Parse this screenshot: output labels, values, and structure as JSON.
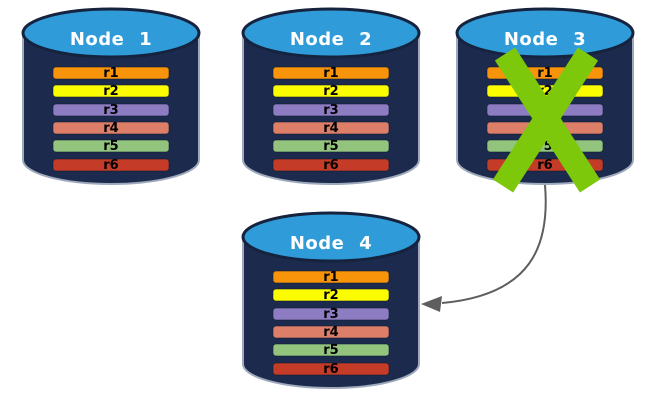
{
  "diagram": {
    "nodes": [
      {
        "name": "Node 1",
        "crossed_out": false
      },
      {
        "name": "Node 2",
        "crossed_out": false
      },
      {
        "name": "Node 3",
        "crossed_out": true
      },
      {
        "name": "Node 4",
        "crossed_out": false
      }
    ],
    "records": [
      {
        "label": "r1",
        "color": "#F7940A"
      },
      {
        "label": "r2",
        "color": "#FCFC00"
      },
      {
        "label": "r3",
        "color": "#8E7CC3"
      },
      {
        "label": "r4",
        "color": "#DC7E68"
      },
      {
        "label": "r5",
        "color": "#93C47D"
      },
      {
        "label": "r6",
        "color": "#C43B28"
      }
    ],
    "arrow": {
      "from": "Node 3",
      "to": "Node 4"
    },
    "colors": {
      "background": "#FFFFFF",
      "cylinder_body": "#1C2B4D",
      "cylinder_top": "#2F9CD9",
      "cylinder_outline": "#9FA9BC",
      "cross": "#7DC80A",
      "arrow": "#5E5E5E",
      "node_title_text": "#FFFFFF",
      "record_text": "#000000"
    }
  }
}
